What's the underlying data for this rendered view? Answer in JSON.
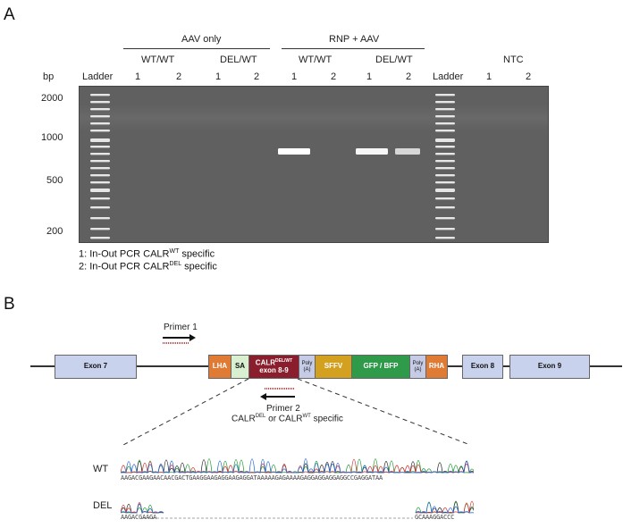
{
  "panels": {
    "a": "A",
    "b": "B"
  },
  "gel": {
    "groups": [
      {
        "label": "AAV only"
      },
      {
        "label": "RNP + AAV"
      }
    ],
    "subgroups": [
      "WT/WT",
      "DEL/WT",
      "WT/WT",
      "DEL/WT"
    ],
    "ntc": "NTC",
    "ladder_label": "Ladder",
    "bp_label": "bp",
    "lane_numbers": [
      "1",
      "2",
      "1",
      "2",
      "1",
      "2",
      "1",
      "2",
      "1",
      "2"
    ],
    "bp_markers": [
      "2000",
      "1000",
      "500",
      "200"
    ],
    "bands": [
      {
        "lane": "RNP+AAV WT/WT 1",
        "intensity": 1.0
      },
      {
        "lane": "RNP+AAV DEL/WT 1",
        "intensity": 0.95
      },
      {
        "lane": "RNP+AAV DEL/WT 2",
        "intensity": 0.75
      }
    ]
  },
  "legend": {
    "line1_prefix": "1: In-Out PCR CALR",
    "line1_sup": "WT",
    "line1_suffix": " specific",
    "line2_prefix": "2: In-Out PCR CALR",
    "line2_sup": "DEL",
    "line2_suffix": " specific"
  },
  "construct": {
    "primer1": "Primer 1",
    "primer2": "Primer 2",
    "primer2_note_a": "CALR",
    "primer2_note_a_sup": "DEL",
    "primer2_note_b": " or CALR",
    "primer2_note_b_sup": "WT",
    "primer2_note_c": " specific",
    "exon7": "Exon 7",
    "lha": "LHA",
    "sa": "SA",
    "calr_a": "CALR",
    "calr_sup": "DEL/WT",
    "calr_b": "exon 8-9",
    "polya": "Poly (A)",
    "sffv": "SFFV",
    "gfp": "GFP / BFP",
    "rha": "RHA",
    "exon8": "Exon 8",
    "exon9": "Exon 9",
    "colors": {
      "lha": "#e07b35",
      "sa": "#d8efd0",
      "calr": "#8b1e2d",
      "polya": "#c6cbe6",
      "sffv": "#d4a020",
      "gfp": "#2e9a4a",
      "rha": "#e07b35",
      "exon": "#c8d2ec"
    }
  },
  "sequencing": {
    "wt_label": "WT",
    "del_label": "DEL",
    "wt_seq": "AAGACGAAGAACAACGACTGAAGGAAGAGGAAGAGGATAAAAAGAGAAAAGAGGAGGAGGAGGCCGAGGATAA",
    "del_seq_left": "AAGACGAAGA",
    "del_seq_right": "GCAAAGGACCC"
  }
}
